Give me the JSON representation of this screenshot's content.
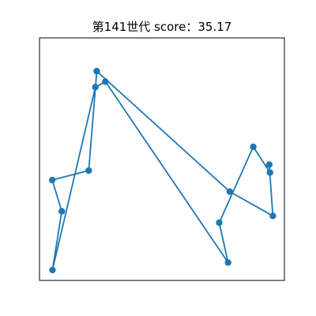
{
  "chart_data": {
    "type": "line",
    "title": "第141世代 score：35.17",
    "xlabel": "",
    "ylabel": "",
    "xlim": [
      0,
      1
    ],
    "ylim": [
      0,
      1
    ],
    "grid": false,
    "legend": "none",
    "axis_ticks": false,
    "series": [
      {
        "color": "#1f77b4",
        "marker": "circle",
        "closed": true,
        "x": [
          0.234,
          0.201,
          0.052,
          0.091,
          0.053,
          0.228,
          0.269,
          0.77,
          0.734,
          0.873,
          0.941,
          0.938,
          0.953,
          0.777
        ],
        "y": [
          0.863,
          0.453,
          0.414,
          0.285,
          0.043,
          0.797,
          0.82,
          0.074,
          0.238,
          0.551,
          0.445,
          0.478,
          0.266,
          0.366
        ]
      }
    ]
  }
}
